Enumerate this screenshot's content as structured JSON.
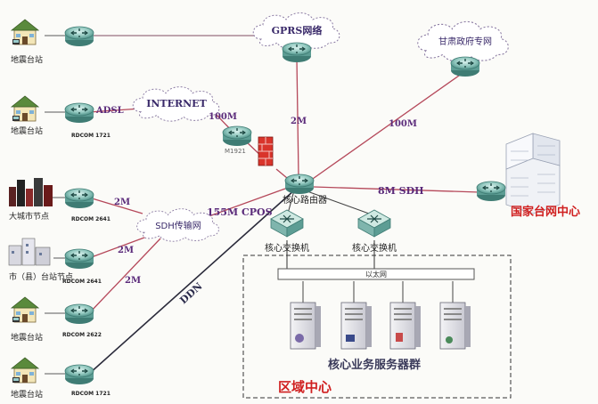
{
  "nodes": {
    "site1": "地震台站",
    "site2": "地震台站",
    "big_city": "大城市节点",
    "county": "市（县）台站节点",
    "site4": "地震台站",
    "site5": "地震台站",
    "gprs": "GPRS网络",
    "gov": "甘肃政府专网",
    "internet": "INTERNET",
    "sdh": "SDH传输网",
    "core_router": "核心路由器",
    "core_switch_1": "核心交换机",
    "core_switch_2": "核心交换机",
    "national": "国家台网中心",
    "server_group": "核心业务服务器群",
    "regional": "区域中心",
    "ethernet_bar": "以太网"
  },
  "device_labels": {
    "r2": "RDCOM 1721",
    "r3": "RDCOM 2641",
    "r4": "RDCOM 2641",
    "r5": "RDCOM 2622",
    "r6": "RDCOM 1721",
    "m_router": "M1921"
  },
  "links": {
    "adsl": "ADSL",
    "inet_100m": "100M",
    "gprs_2m": "2M",
    "gov_100m": "100M",
    "sdh_8m": "8M SDH",
    "bigcity_2m": "2M",
    "county_2m": "2M",
    "site_2m": "2M",
    "cpos": "155M CPOS",
    "ddn": "DDN"
  },
  "colors": {
    "red_link": "#b5485a",
    "dark_link": "#2a2a3a",
    "label_purple": "#5a2a7a",
    "regional_red": "#d02020",
    "national_red": "#d02020"
  }
}
